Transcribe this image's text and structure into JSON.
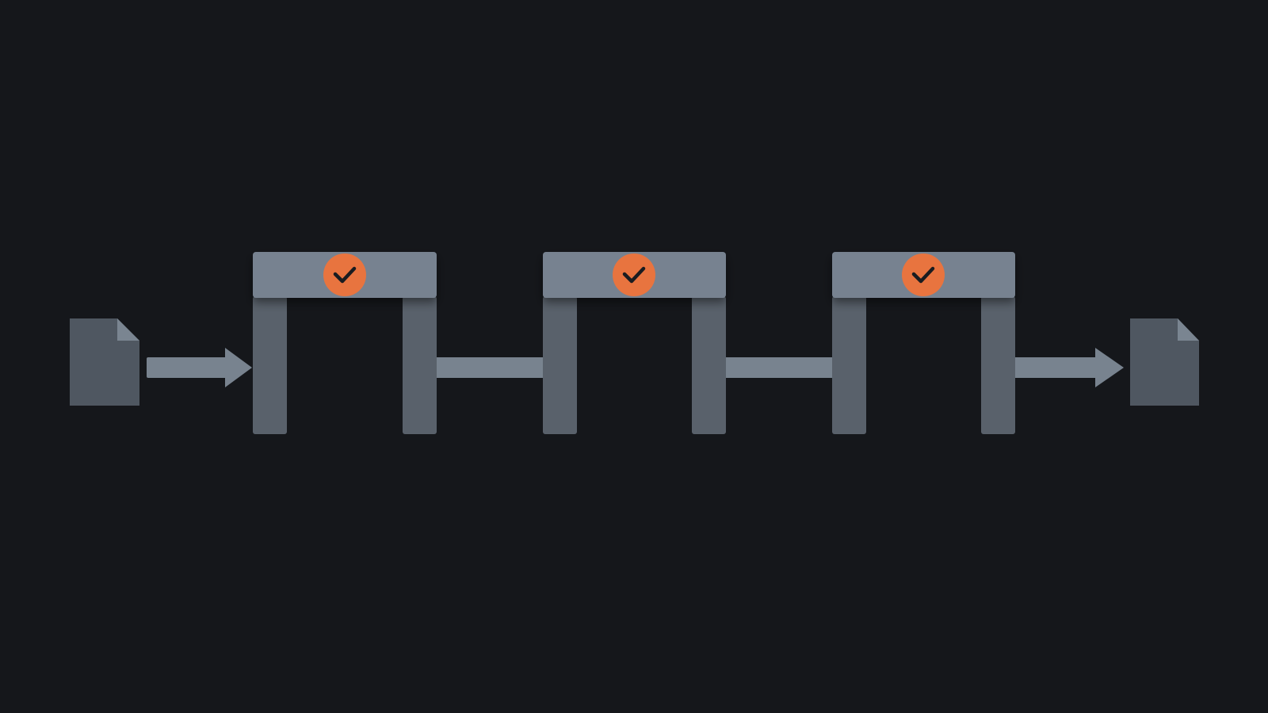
{
  "diagram": {
    "type": "pipeline",
    "input_document": {
      "icon": "document-icon"
    },
    "output_document": {
      "icon": "document-icon"
    },
    "gates": [
      {
        "status": "passed",
        "icon": "checkmark-icon"
      },
      {
        "status": "passed",
        "icon": "checkmark-icon"
      },
      {
        "status": "passed",
        "icon": "checkmark-icon"
      }
    ],
    "colors": {
      "background": "#15171b",
      "gate_top": "#778290",
      "gate_leg": "#59616b",
      "connector": "#78838f",
      "document": "#4f5761",
      "document_fold": "#7a8591",
      "badge": "#e8743f",
      "check": "#1a1c20"
    }
  }
}
